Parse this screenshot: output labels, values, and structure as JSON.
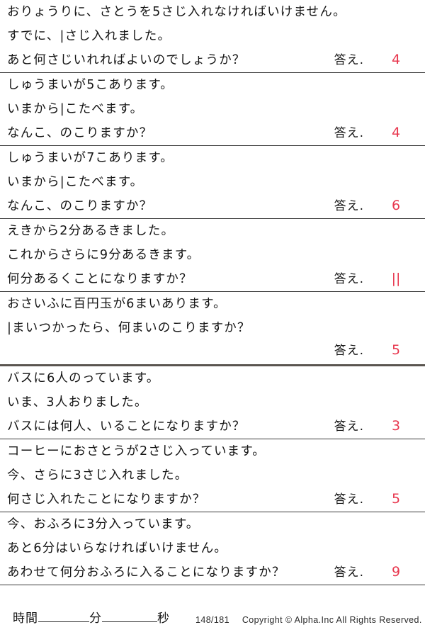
{
  "worksheet": {
    "answer_color": "#e8384f",
    "answer_label": "答え.",
    "problems": [
      {
        "lines": [
          "おりょうりに、さとうを5さじ入れなければいけません。",
          "すでに、|さじ入れました。",
          "あと何さじいれればよいのでしょうか？"
        ],
        "answer": "4"
      },
      {
        "lines": [
          "しゅうまいが5こあります。",
          "いまから|こたべます。",
          "なんこ、のこりますか？"
        ],
        "answer": "4"
      },
      {
        "lines": [
          "しゅうまいが7こあります。",
          "いまから|こたべます。",
          "なんこ、のこりますか？"
        ],
        "answer": "6"
      },
      {
        "lines": [
          "えきから2分あるきました。",
          "これからさらに9分あるきます。",
          "何分あるくことになりますか？"
        ],
        "answer": "||"
      },
      {
        "lines": [
          "おさいふに百円玉が6まいあります。",
          "|まいつかったら、何まいのこりますか？"
        ],
        "answer": "5",
        "answer_on_own_line": true
      },
      {
        "lines": [
          "バスに6人のっています。",
          "いま、3人おりました。",
          "バスには何人、いることになりますか？"
        ],
        "answer": "3"
      },
      {
        "lines": [
          "コーヒーにおさとうが2さじ入っています。",
          "今、さらに3さじ入れました。",
          "何さじ入れたことになりますか？"
        ],
        "answer": "5"
      },
      {
        "lines": [
          "今、おふろに3分入っています。",
          "あと6分はいらなければいけません。",
          "あわせて何分おふろに入ることになりますか？"
        ],
        "answer": "9",
        "inline_answer": true
      }
    ]
  },
  "footer": {
    "time_label": "時間",
    "minutes_unit": "分",
    "seconds_unit": "秒",
    "page_number": "148/181",
    "copyright": "Copyright ©  Alpha.Inc All Rights Reserved."
  }
}
